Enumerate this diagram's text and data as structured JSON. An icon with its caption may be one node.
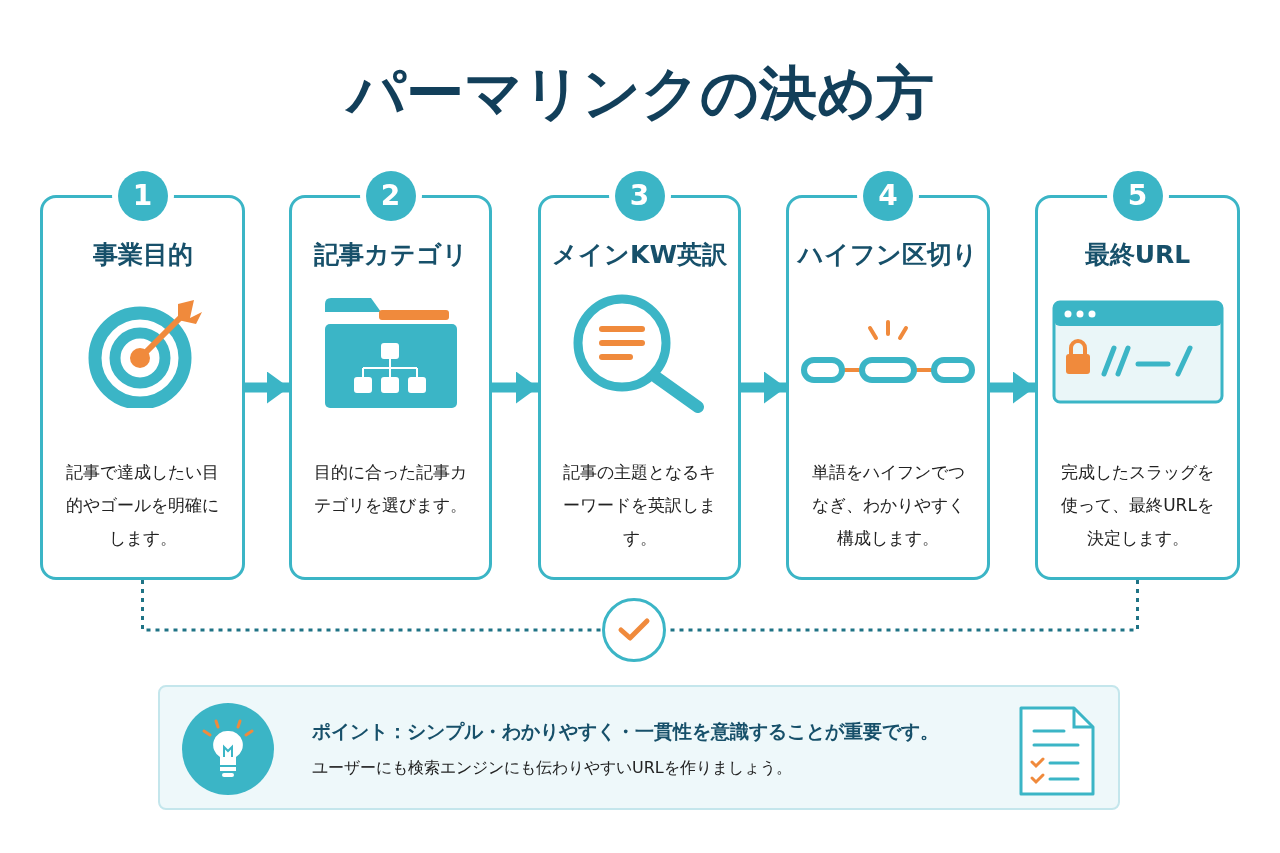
{
  "diagram": {
    "title": "パーマリンクの決め方",
    "nodes": [
      {
        "text": [
          "1",
          "事業目的",
          "記事で達成したい目的やゴールを明確にします。"
        ]
      },
      {
        "text": [
          "2",
          "記事カテゴリ",
          "目的に合った記事カテゴリを選びます。"
        ]
      },
      {
        "text": [
          "3",
          "メインKW英訳",
          "記事の主題となるキーワードを英訳します。"
        ]
      },
      {
        "text": [
          "4",
          "ハイフン区切り",
          "単語をハイフンでつなぎ、わかりやすく構成します。"
        ]
      },
      {
        "text": [
          "5",
          "最終URL",
          "完成したスラッグを使って、最終URLを決定します。"
        ]
      },
      {
        "text": [],
        "shape": "circle"
      },
      {
        "text": [
          "ポイント：シンプル・わかりやすく・一貫性を意識することが重要です。",
          "ユーザーにも検索エンジンにも伝わりやすいURLを作りましょう。"
        ]
      }
    ],
    "edges": [
      {
        "from": 0,
        "to": 1,
        "arrow": "to"
      },
      {
        "from": 1,
        "to": 2,
        "arrow": "to"
      },
      {
        "from": 2,
        "to": 3,
        "arrow": "to"
      },
      {
        "from": 3,
        "to": 4,
        "arrow": "to"
      },
      {
        "from": 0,
        "to": 5,
        "arrow": "none",
        "style": "dashed",
        "color": "#1f7385"
      },
      {
        "from": 4,
        "to": 5,
        "arrow": "none",
        "style": "dashed",
        "color": "#1f7385"
      }
    ]
  }
}
